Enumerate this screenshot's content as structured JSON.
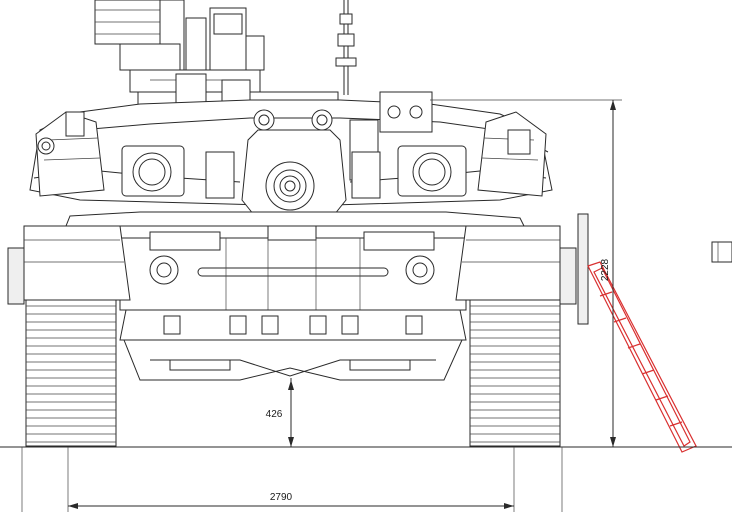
{
  "drawing": {
    "dimensions": {
      "height_label": "2228",
      "ground_clearance_label": "426",
      "track_width_label": "2790"
    },
    "colors": {
      "line": "#2a2a2a",
      "highlight": "#d93030",
      "background": "#ffffff"
    }
  }
}
